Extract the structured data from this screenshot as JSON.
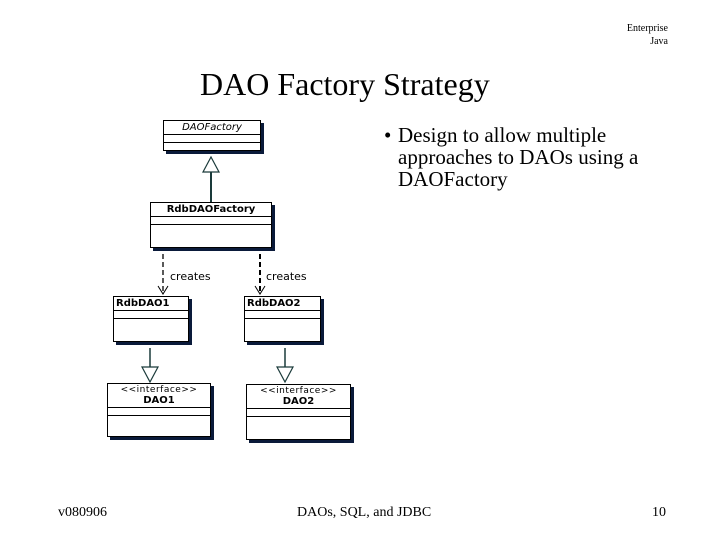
{
  "header": {
    "corner_line1": "Enterprise",
    "corner_line2": "Java",
    "title": "DAO Factory Strategy"
  },
  "bullets": [
    "Design to allow multiple approaches to DAOs using a DAOFactory"
  ],
  "diagram": {
    "classes": {
      "dao_factory": "DAOFactory",
      "rdb_dao_factory": "RdbDAOFactory",
      "rdb_dao1": "RdbDAO1",
      "rdb_dao2": "RdbDAO2",
      "dao1": "DAO1",
      "dao2": "DAO2"
    },
    "stereotype": "<<interface>>",
    "relation_label": "creates"
  },
  "footer": {
    "version": "v080906",
    "topic": "DAOs, SQL, and JDBC",
    "page": "10"
  }
}
